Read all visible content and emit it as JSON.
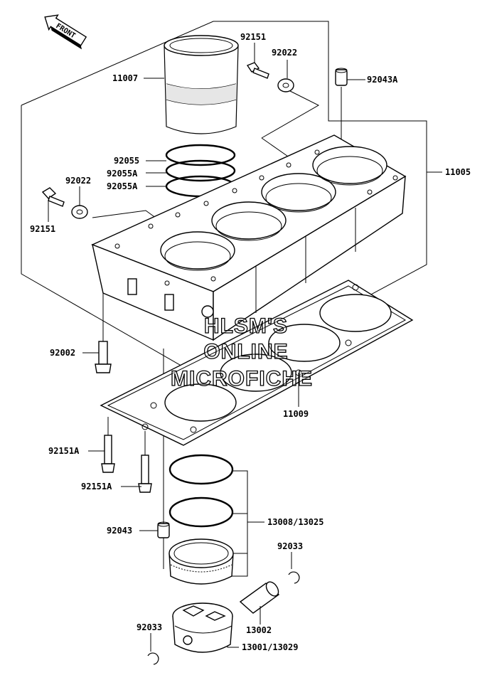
{
  "front_marker": {
    "text": "FRONT",
    "icon": "front-arrow-icon"
  },
  "labels": {
    "p11007": "11007",
    "p92151_top": "92151",
    "p92022_top": "92022",
    "p92043A": "92043A",
    "p92055": "92055",
    "p92055A_1": "92055A",
    "p92055A_2": "92055A",
    "p11005": "11005",
    "p92022_left": "92022",
    "p92151_left": "92151",
    "p92002": "92002",
    "p11009": "11009",
    "p92151A_1": "92151A",
    "p92151A_2": "92151A",
    "p13008": "13008/13025",
    "p92043": "92043",
    "p92033_right": "92033",
    "p13002": "13002",
    "p92033_left": "92033",
    "p13001": "13001/13029"
  },
  "watermark": {
    "line1": "HLSM'S",
    "line2": "ONLINE",
    "line3": "MICROFICHE"
  }
}
